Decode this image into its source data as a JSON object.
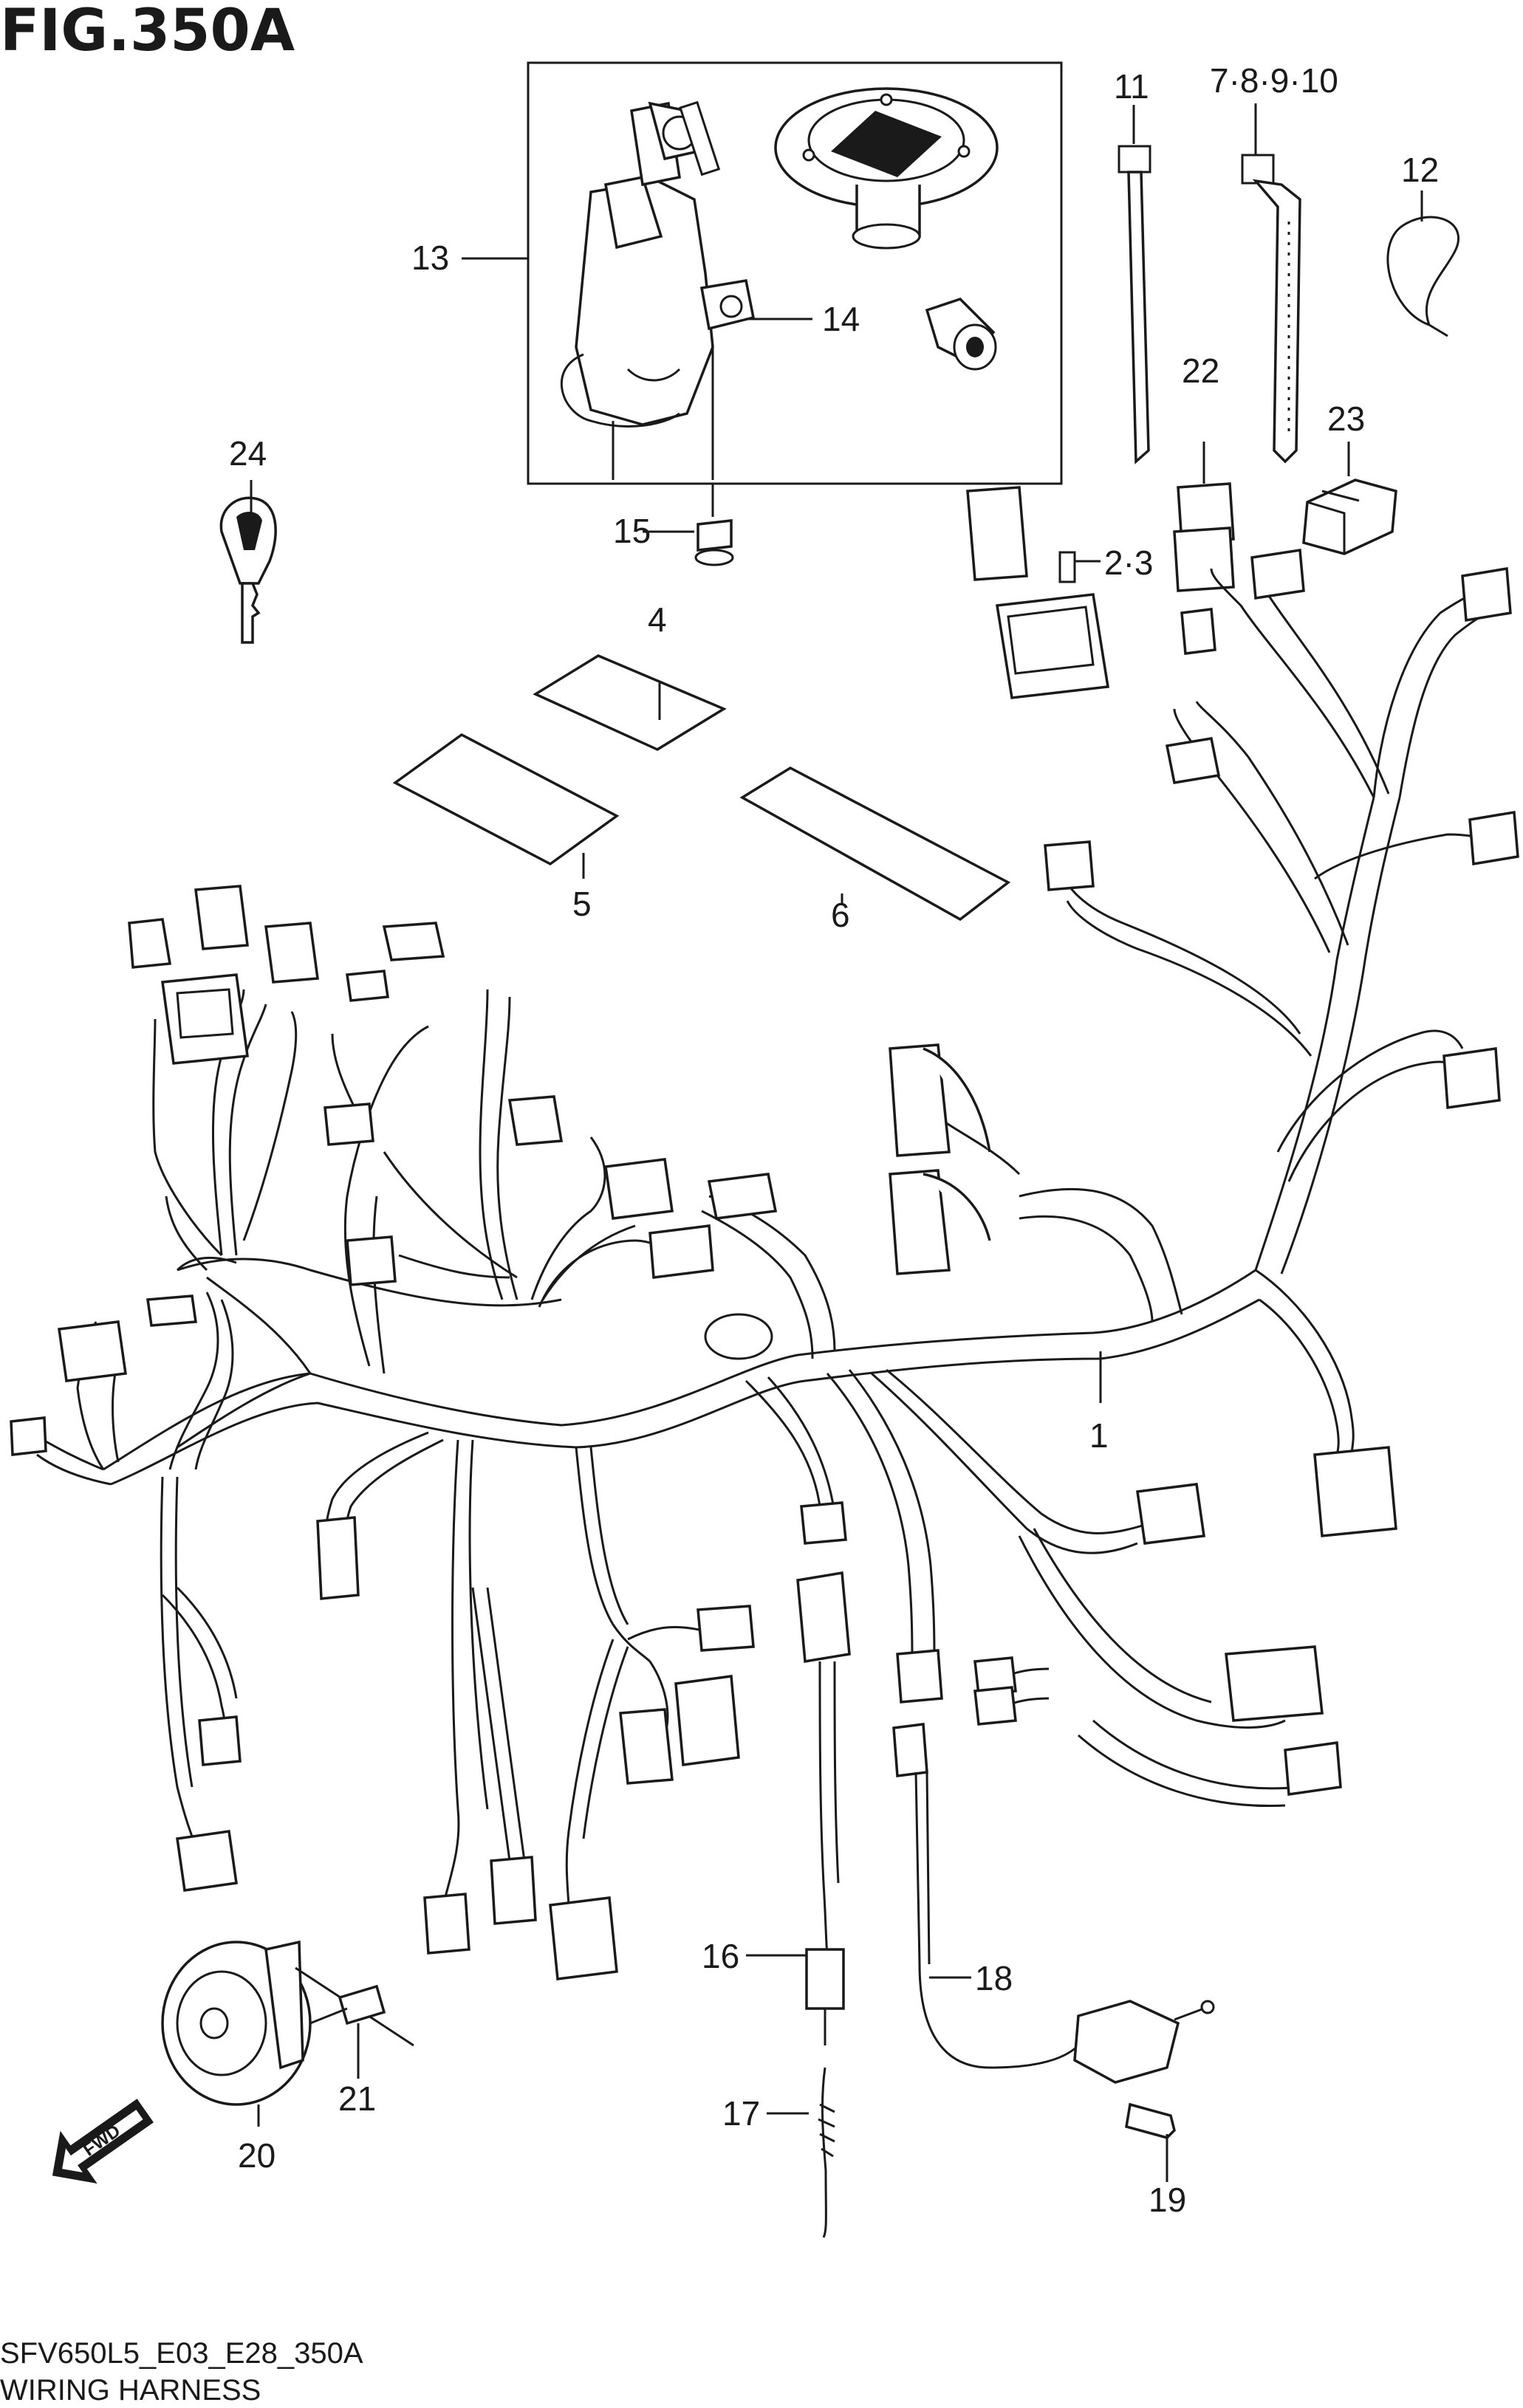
{
  "figure": {
    "title": "FIG.350A",
    "model_code": "SFV650L5_E03_E28_350A",
    "section_name": "WIRING HARNESS",
    "direction_badge": "FWD"
  },
  "callouts": [
    {
      "id": "1",
      "label": "1"
    },
    {
      "id": "2-3",
      "label": "2·3"
    },
    {
      "id": "4",
      "label": "4"
    },
    {
      "id": "5",
      "label": "5"
    },
    {
      "id": "6",
      "label": "6"
    },
    {
      "id": "7-8-9-10",
      "label": "7·8·9·10"
    },
    {
      "id": "11",
      "label": "11"
    },
    {
      "id": "12",
      "label": "12"
    },
    {
      "id": "13",
      "label": "13"
    },
    {
      "id": "14",
      "label": "14"
    },
    {
      "id": "15",
      "label": "15"
    },
    {
      "id": "16",
      "label": "16"
    },
    {
      "id": "17",
      "label": "17"
    },
    {
      "id": "18",
      "label": "18"
    },
    {
      "id": "19",
      "label": "19"
    },
    {
      "id": "20",
      "label": "20"
    },
    {
      "id": "21",
      "label": "21"
    },
    {
      "id": "22",
      "label": "22"
    },
    {
      "id": "23",
      "label": "23"
    },
    {
      "id": "24",
      "label": "24"
    }
  ]
}
